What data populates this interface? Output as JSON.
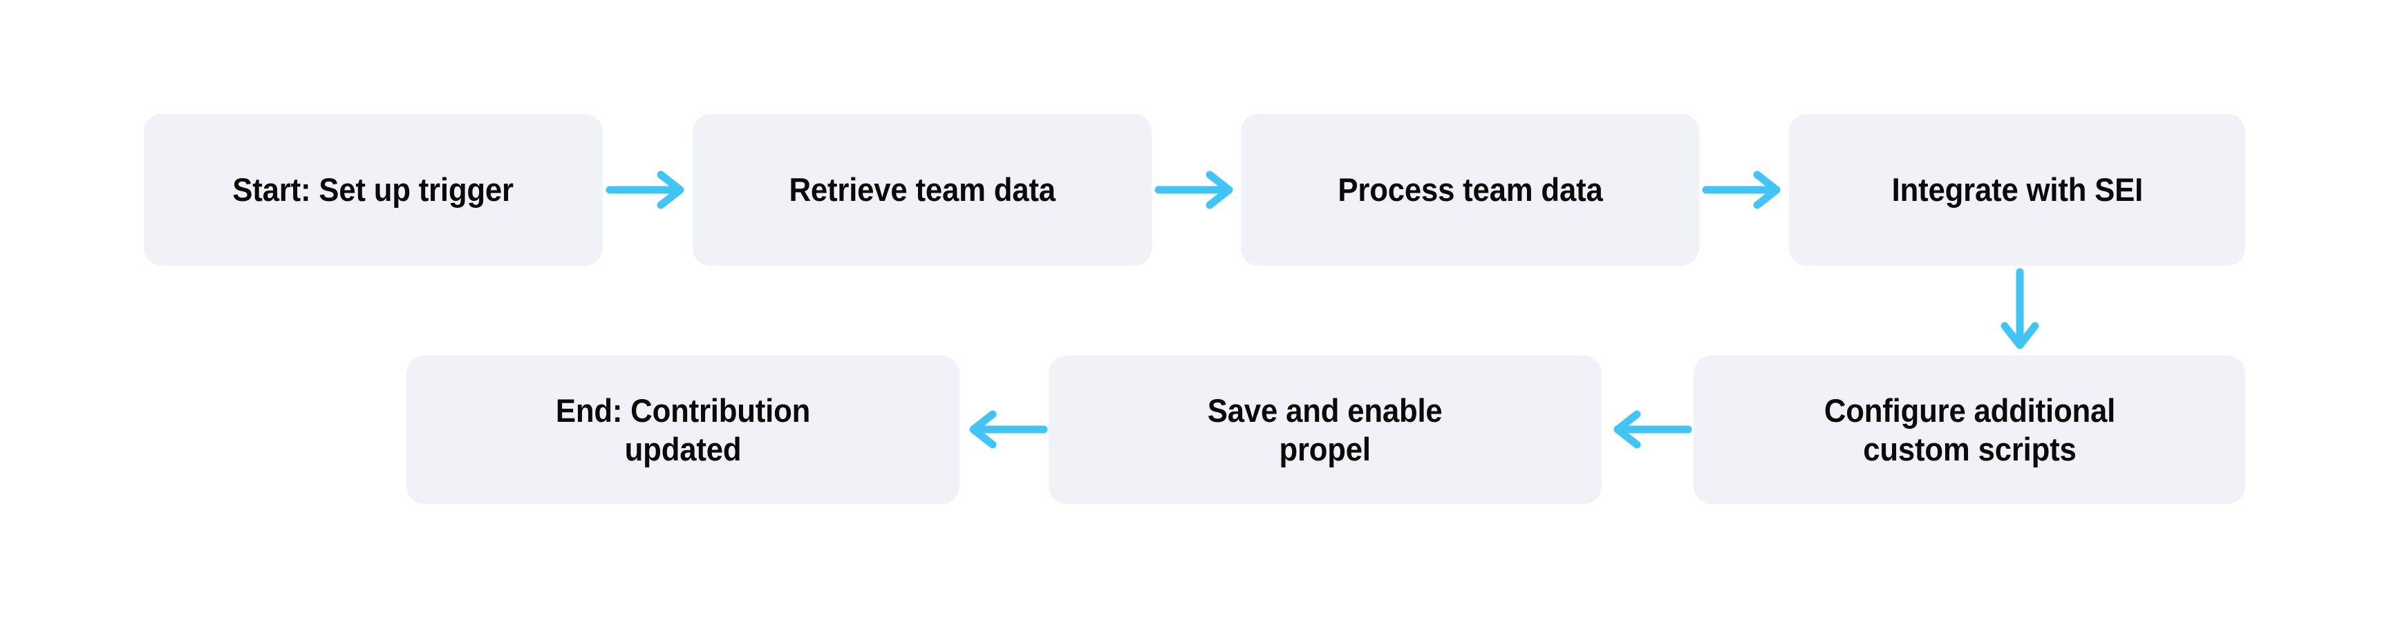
{
  "diagram": {
    "type": "flowchart",
    "orientation": "horizontal-snake",
    "background_color": "#FFFFFF",
    "node_fill_color": "#F1F2F7",
    "node_text_color": "#0A0A0A",
    "arrow_color": "#42C5F5",
    "nodes": [
      {
        "id": "start",
        "label": "Start: Set up trigger",
        "row": 1,
        "order": 1,
        "lines": 1
      },
      {
        "id": "retrieve",
        "label": "Retrieve team data",
        "row": 1,
        "order": 2,
        "lines": 1
      },
      {
        "id": "process",
        "label": "Process team data",
        "row": 1,
        "order": 3,
        "lines": 1
      },
      {
        "id": "integrate",
        "label": "Integrate with SEI",
        "row": 1,
        "order": 4,
        "lines": 1
      },
      {
        "id": "configure",
        "label": "Configure additional\ncustom scripts",
        "row": 2,
        "order": 1,
        "lines": 2
      },
      {
        "id": "save",
        "label": "Save and enable\npropel",
        "row": 2,
        "order": 2,
        "lines": 2
      },
      {
        "id": "end",
        "label": "End: Contribution\nupdated",
        "row": 2,
        "order": 3,
        "lines": 2
      }
    ],
    "edges": [
      {
        "id": "start-retrieve",
        "from": "start",
        "to": "retrieve",
        "direction": "right"
      },
      {
        "id": "retrieve-process",
        "from": "retrieve",
        "to": "process",
        "direction": "right"
      },
      {
        "id": "process-integrate",
        "from": "process",
        "to": "integrate",
        "direction": "right"
      },
      {
        "id": "integrate-configure",
        "from": "integrate",
        "to": "configure",
        "direction": "down"
      },
      {
        "id": "configure-save",
        "from": "configure",
        "to": "save",
        "direction": "left"
      },
      {
        "id": "save-end",
        "from": "save",
        "to": "end",
        "direction": "left"
      }
    ]
  }
}
